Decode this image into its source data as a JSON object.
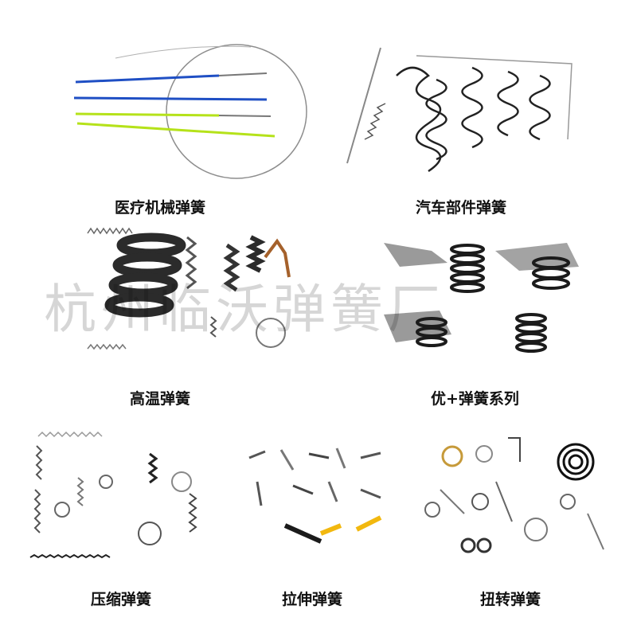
{
  "watermark": "杭州临沃弹簧厂",
  "tiles": [
    {
      "id": "medical",
      "caption": "医疗机械弹簧"
    },
    {
      "id": "automotive",
      "caption": "汽车部件弹簧"
    },
    {
      "id": "high_temp",
      "caption": "高温弹簧"
    },
    {
      "id": "premium",
      "caption": "优+弹簧系列"
    },
    {
      "id": "compression",
      "caption": "压缩弹簧"
    },
    {
      "id": "extension",
      "caption": "拉伸弹簧"
    },
    {
      "id": "torsion",
      "caption": "扭转弹簧"
    }
  ],
  "colors": {
    "wire_blue": "#1f4fc4",
    "wire_green": "#b5e21a",
    "spring_dark": "#2b2b2b",
    "spring_steel": "#8a8a8a",
    "spring_gold": "#f2b80f",
    "copper": "#a5612b"
  }
}
